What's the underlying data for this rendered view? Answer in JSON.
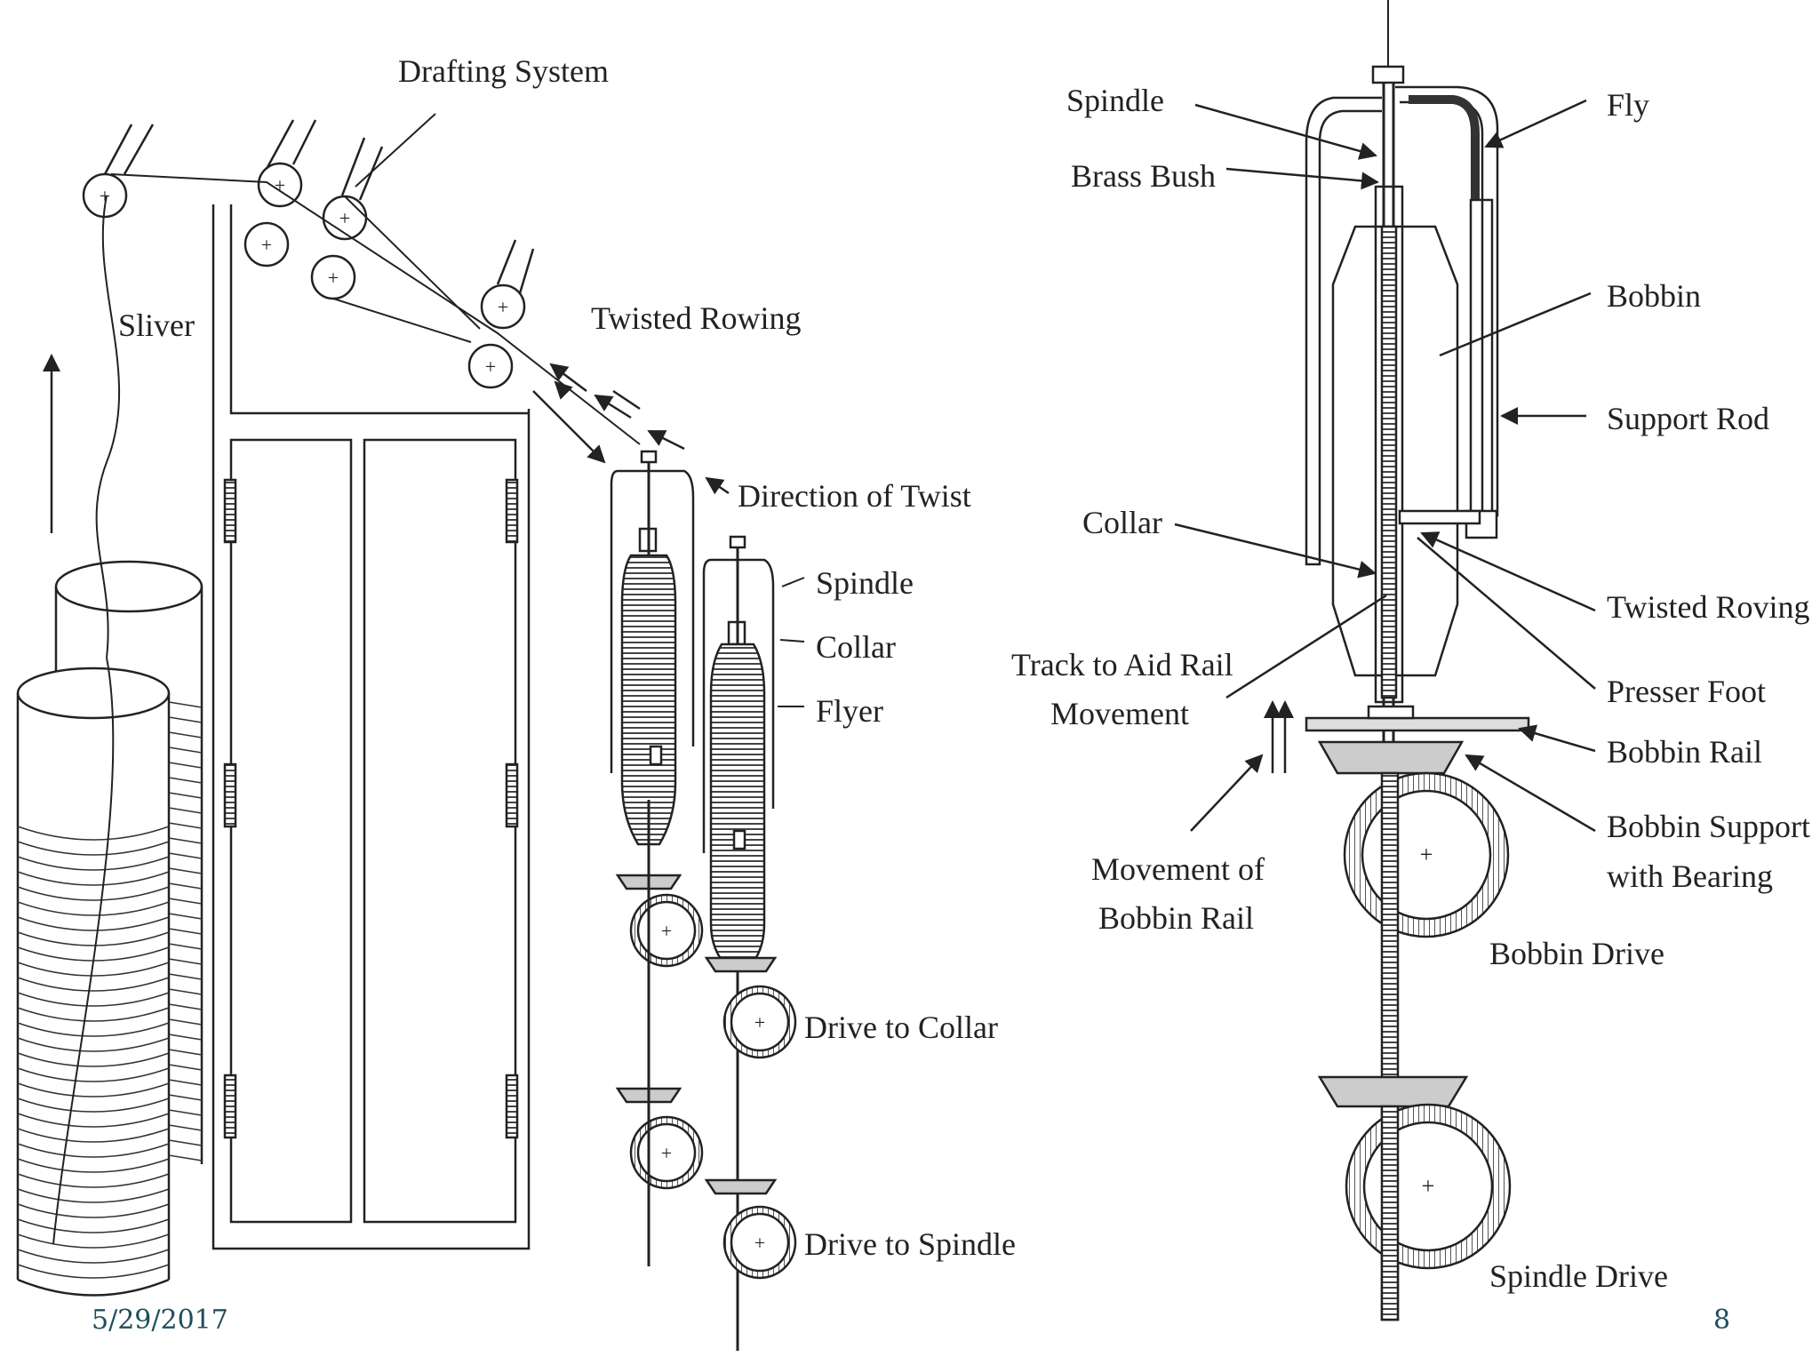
{
  "left_diagram": {
    "labels": {
      "drafting_system": "Drafting System",
      "sliver": "Sliver",
      "twisted_rowing": "Twisted Rowing",
      "direction_of_twist": "Direction of Twist",
      "spindle": "Spindle",
      "collar": "Collar",
      "flyer": "Flyer",
      "drive_to_collar": "Drive to Collar",
      "drive_to_spindle": "Drive to Spindle"
    }
  },
  "right_diagram": {
    "labels": {
      "spindle": "Spindle",
      "brass_bush": "Brass Bush",
      "fly": "Fly",
      "bobbin": "Bobbin",
      "support_rod": "Support Rod",
      "collar": "Collar",
      "twisted_roving": "Twisted Roving",
      "track_line1": "Track to Aid Rail",
      "track_line2": "Movement",
      "presser_foot": "Presser Foot",
      "bobbin_rail": "Bobbin Rail",
      "bobbin_support_line1": "Bobbin Support",
      "bobbin_support_line2": "with Bearing",
      "movement_line1": "Movement of",
      "movement_line2": "Bobbin Rail",
      "bobbin_drive": "Bobbin Drive",
      "spindle_drive": "Spindle Drive"
    }
  },
  "footer": {
    "date": "5/29/2017",
    "page_number": "8"
  }
}
